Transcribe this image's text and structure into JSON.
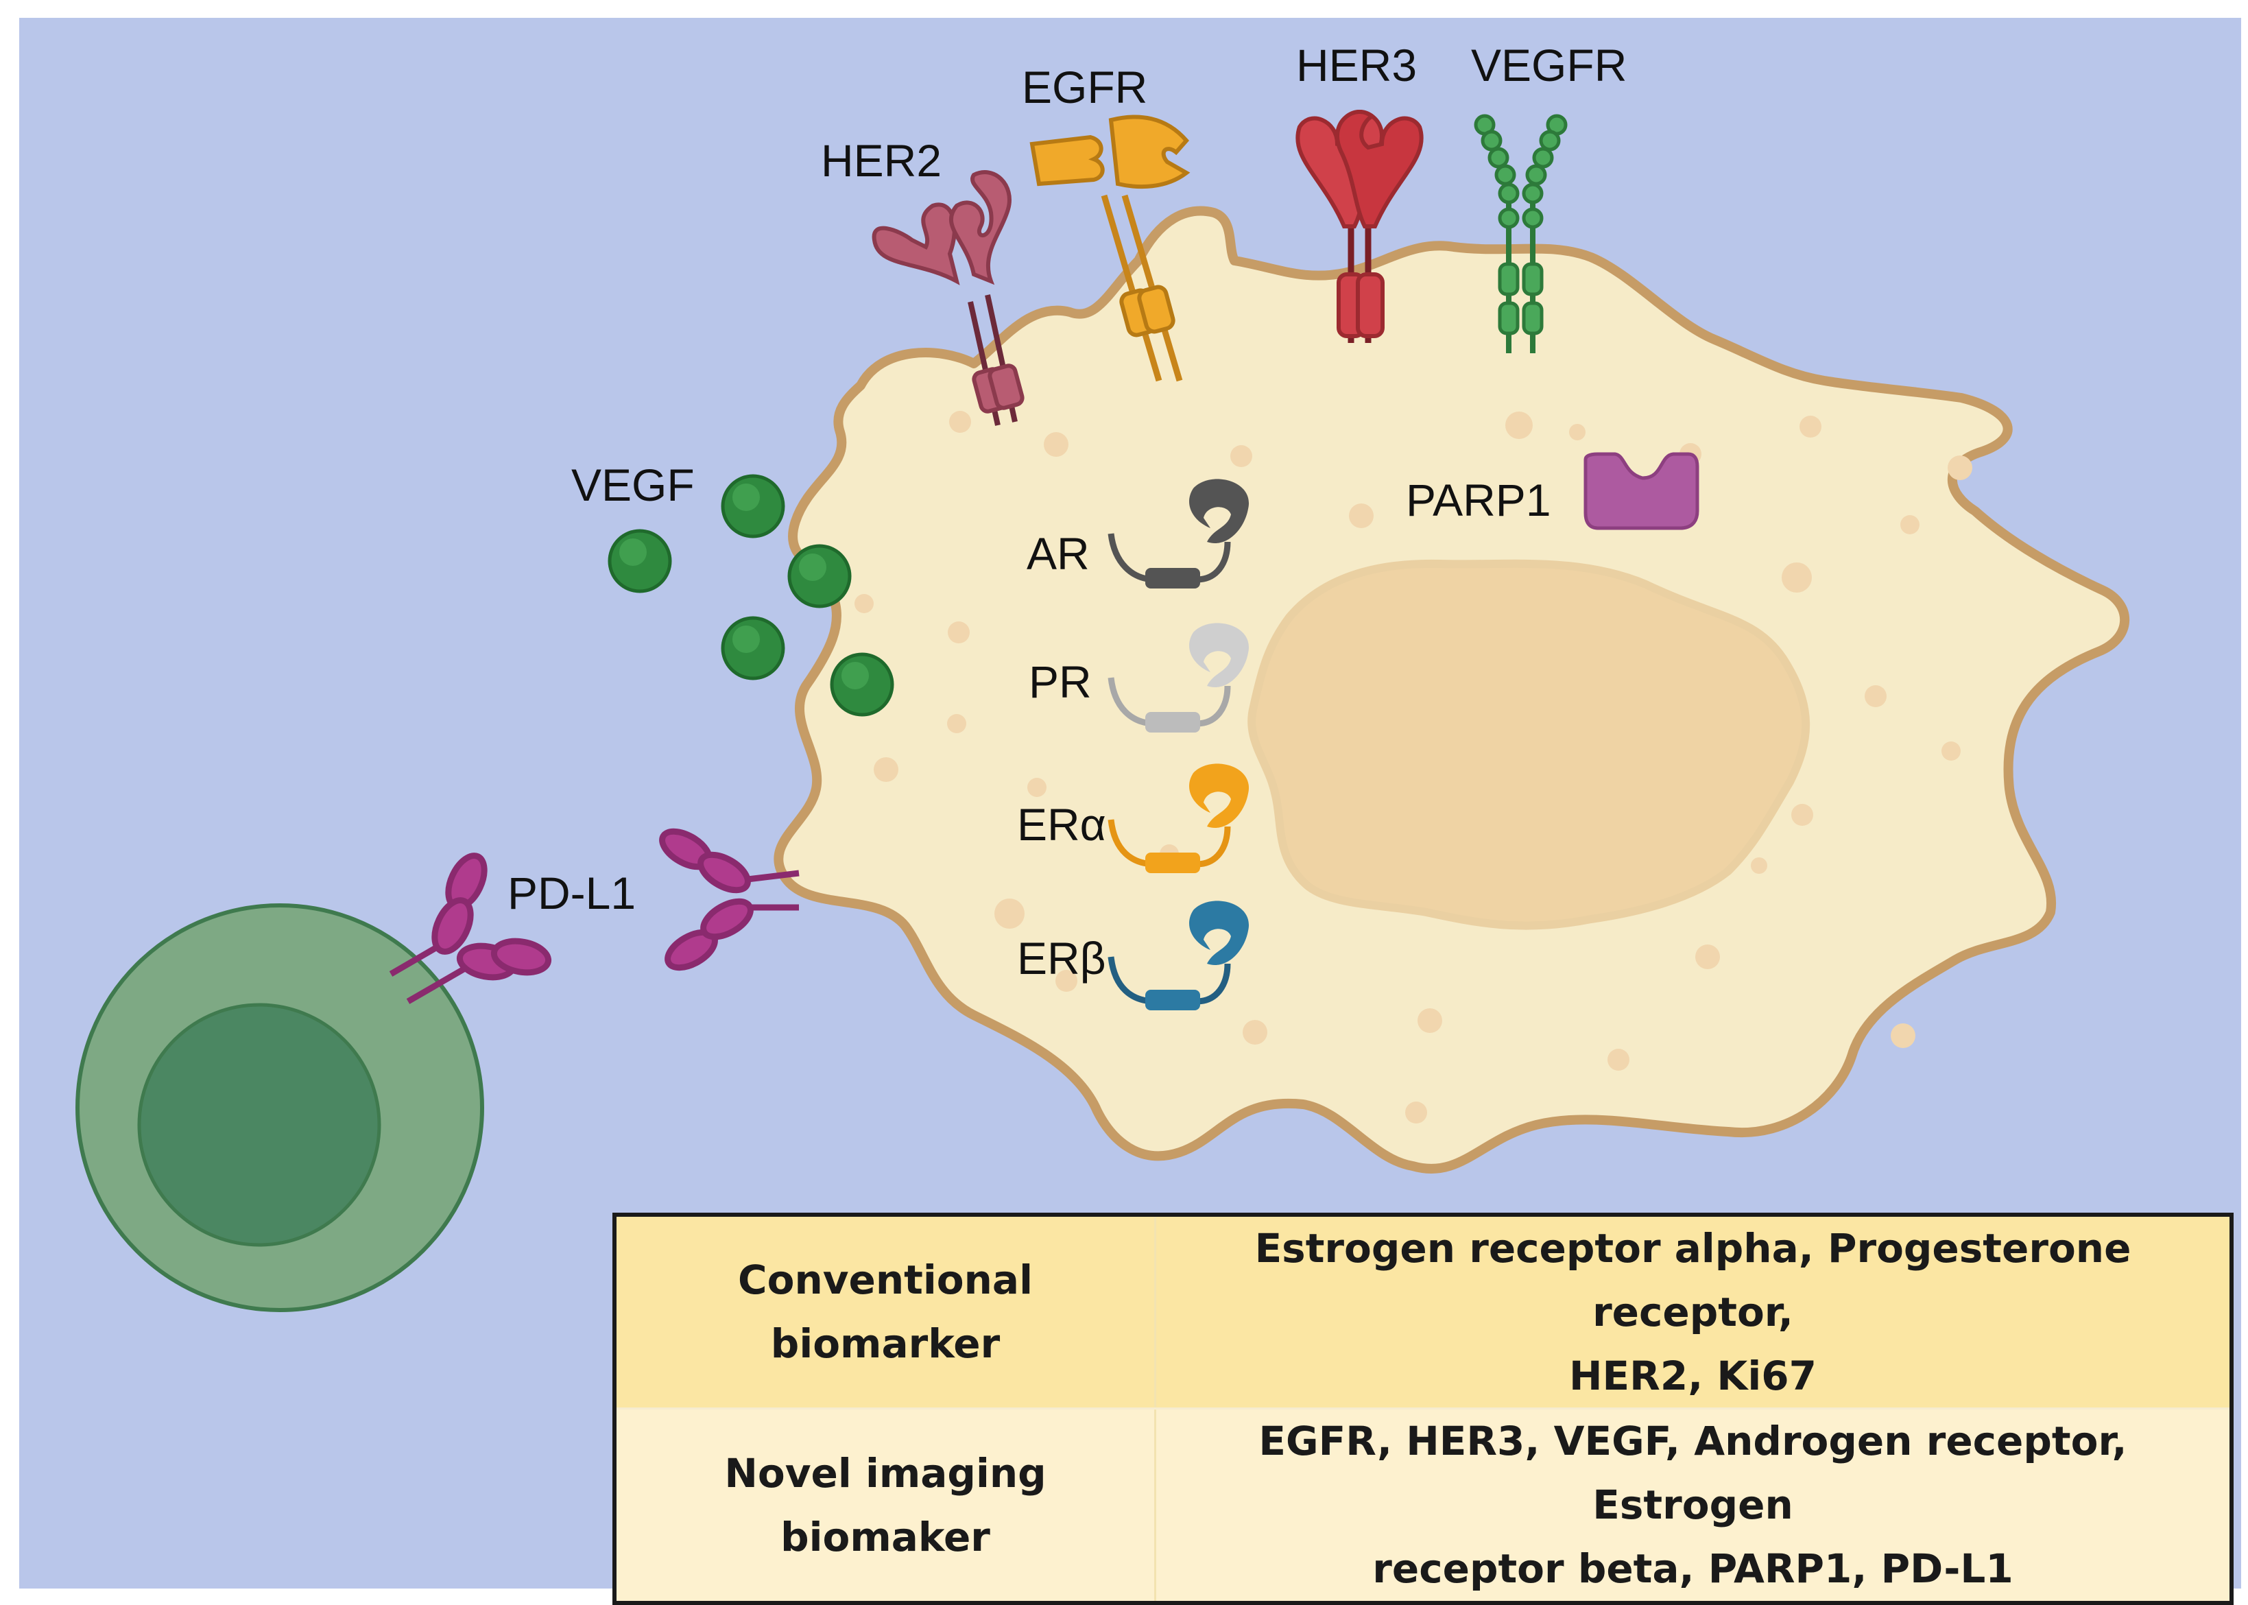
{
  "receptors": {
    "her2": "HER2",
    "egfr": "EGFR",
    "her3": "HER3",
    "vegfr": "VEGFR"
  },
  "ligands": {
    "vegf": "VEGF",
    "pdl1": "PD-L1"
  },
  "intracellular": {
    "parp1": "PARP1",
    "ar": "AR",
    "pr": "PR",
    "er_alpha": "ERα",
    "er_beta": "ERβ"
  },
  "colors": {
    "background": "#b9c6ea",
    "cell_fill": "#f6ebc8",
    "cell_border": "#c69c66",
    "nucleus": "#efd3a4",
    "immune_outer": "#7ea984",
    "immune_inner": "#4b8762",
    "vegf_green": "#2f8a3f",
    "pdl1_magenta": "#b03b8d",
    "her2_pink": "#b85c72",
    "egfr_orange": "#f0a92a",
    "her3_red": "#d0414a",
    "vegfr_green": "#3d9a4d",
    "parp1_purple": "#ad5aa0",
    "ar_dark": "#545454",
    "pr_light": "#bcbcbc",
    "er_alpha_orange": "#f2a31c",
    "er_beta_blue": "#2c7aa3"
  },
  "legend_table": {
    "rows": [
      {
        "category": "Conventional biomarker",
        "markers_line1": "Estrogen receptor alpha, Progesterone receptor,",
        "markers_line2": "HER2, Ki67"
      },
      {
        "category": "Novel imaging biomaker",
        "markers_line1": "EGFR, HER3, VEGF, Androgen receptor, Estrogen",
        "markers_line2": "receptor beta, PARP1, PD-L1"
      }
    ]
  }
}
